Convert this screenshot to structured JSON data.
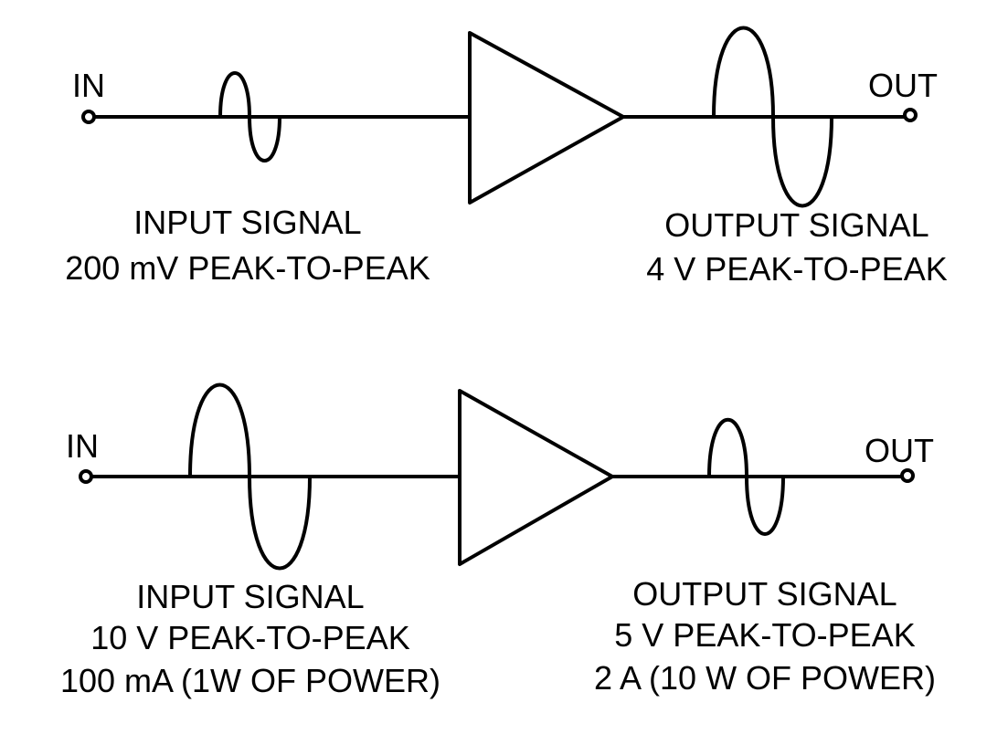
{
  "top": {
    "in_label": "IN",
    "out_label": "OUT",
    "input_caption": [
      "INPUT SIGNAL",
      "200 mV PEAK-TO-PEAK"
    ],
    "output_caption": [
      "OUTPUT SIGNAL",
      "4 V PEAK-TO-PEAK"
    ]
  },
  "bottom": {
    "in_label": "IN",
    "out_label": "OUT",
    "input_caption": [
      "INPUT SIGNAL",
      "10 V PEAK-TO-PEAK",
      "100 mA (1W OF POWER)"
    ],
    "output_caption": [
      "OUTPUT SIGNAL",
      "5 V PEAK-TO-PEAK",
      "2 A (10 W OF POWER)"
    ]
  }
}
